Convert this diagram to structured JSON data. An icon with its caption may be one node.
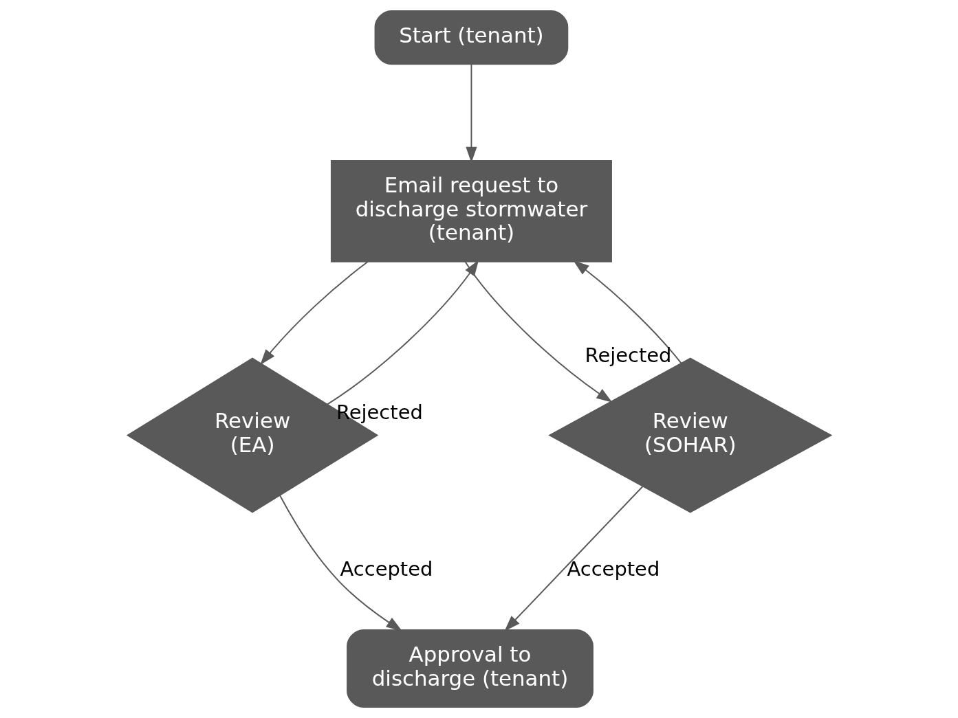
{
  "diagram": {
    "nodes": [
      {
        "text": [
          "Start (tenant)"
        ]
      },
      {
        "text": [
          "Email request to discharge stormwater (tenant)"
        ]
      },
      {
        "text": [
          "Review (EA)"
        ]
      },
      {
        "text": [
          "Review (SOHAR)"
        ]
      },
      {
        "text": [
          "Approval to discharge (tenant)"
        ]
      }
    ],
    "edges": [
      {
        "from": 0,
        "to": 1,
        "arrow": "to"
      },
      {
        "from": 1,
        "to": 2,
        "arrow": "to"
      },
      {
        "from": 1,
        "to": 3,
        "arrow": "to"
      },
      {
        "from": 2,
        "to": 1,
        "arrow": "to",
        "label": "Rejected"
      },
      {
        "from": 3,
        "to": 1,
        "arrow": "to",
        "label": "Rejected"
      },
      {
        "from": 2,
        "to": 4,
        "arrow": "to",
        "label": "Accepted"
      },
      {
        "from": 3,
        "to": 4,
        "arrow": "to",
        "label": "Accepted"
      }
    ]
  }
}
